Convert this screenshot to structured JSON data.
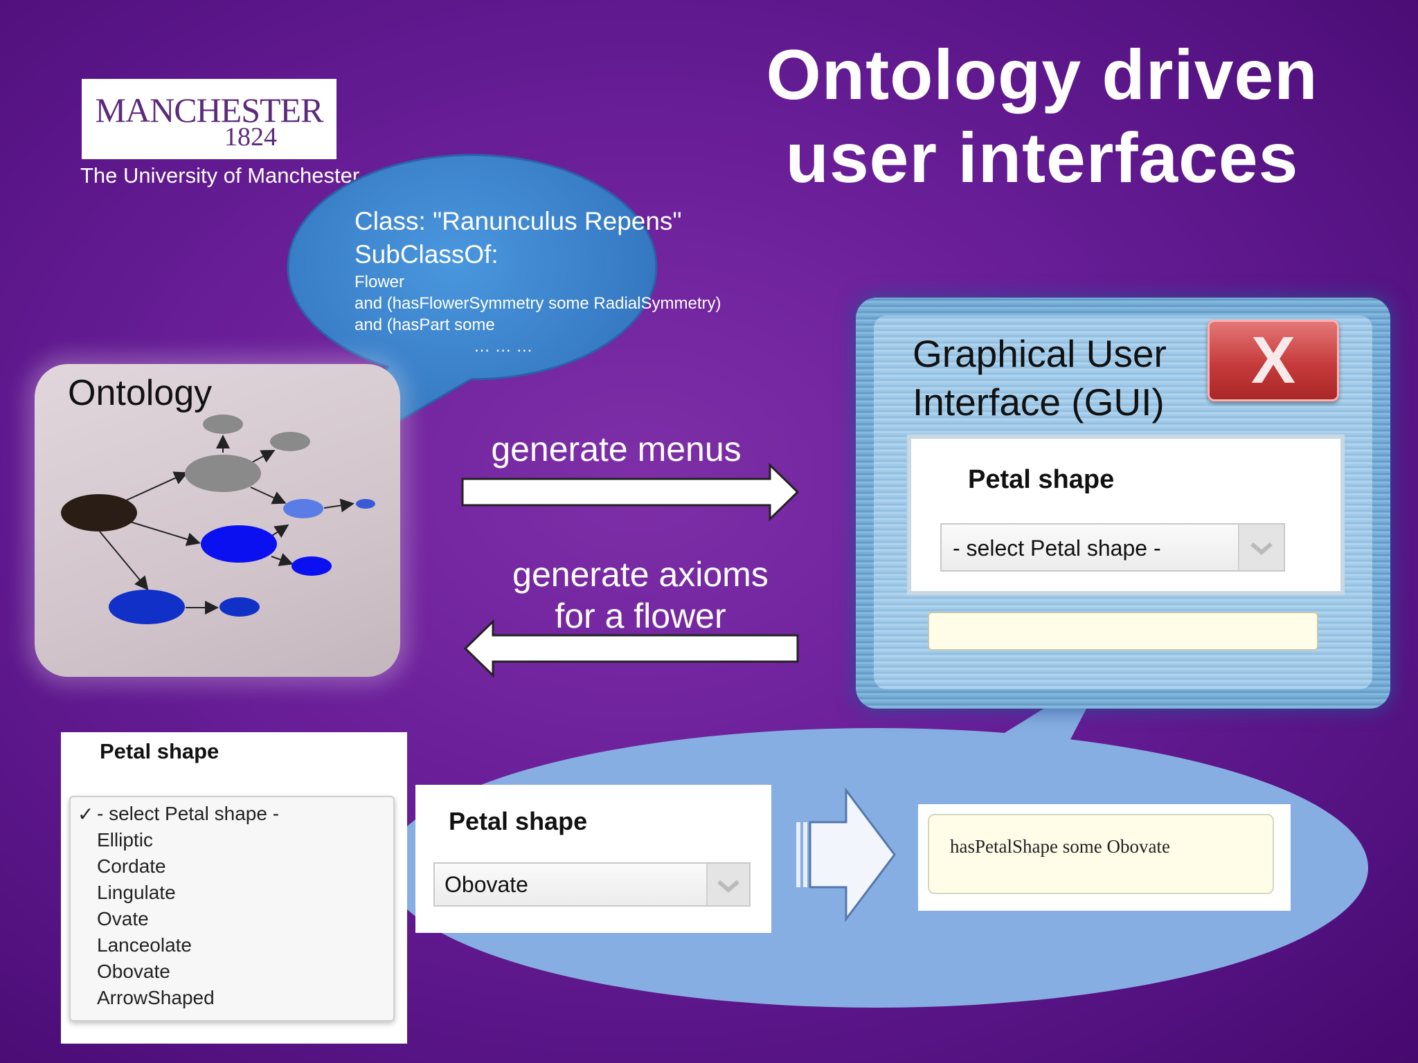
{
  "title": {
    "line1": "Ontology driven",
    "line2": "user interfaces"
  },
  "logo": {
    "name": "MANCHESTER",
    "year": "1824",
    "subtitle": "The University of Manchester"
  },
  "speech_bubble": {
    "line1": "Class: \"Ranunculus Repens\"",
    "line2": "SubClassOf:",
    "line3": "Flower",
    "line4": "and (hasFlowerSymmetry some RadialSymmetry)",
    "line5": "and (hasPart some",
    "line6": "… … …"
  },
  "ontology": {
    "label": "Ontology"
  },
  "arrows": {
    "forward_label": "generate menus",
    "back_label_line1": "generate axioms",
    "back_label_line2": "for a flower"
  },
  "gui": {
    "title_line1": "Graphical User",
    "title_line2": "Interface (GUI)",
    "close_label": "X",
    "field_label": "Petal shape",
    "select_placeholder": "- select Petal shape -"
  },
  "dropdown": {
    "label": "Petal shape",
    "checkmark": "✓",
    "options": [
      "- select Petal shape -",
      "Elliptic",
      "Cordate",
      "Lingulate",
      "Ovate",
      "Lanceolate",
      "Obovate",
      "ArrowShaped"
    ]
  },
  "selected_card": {
    "label": "Petal shape",
    "value": "Obovate"
  },
  "result": {
    "axiom": "hasPetalShape some Obovate"
  },
  "colors": {
    "background": "#6a1f99",
    "bubble": "#3f86cf",
    "ellipse": "#87aee2",
    "node_dark": "#2a1d16",
    "node_grey": "#8a8a8a",
    "node_blue": "#0a10f0",
    "node_navy": "#1030c8"
  }
}
